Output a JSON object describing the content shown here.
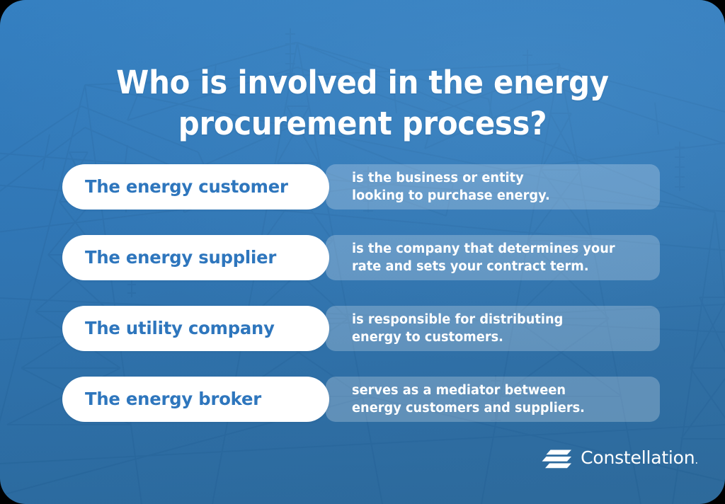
{
  "title": {
    "line1": "Who is involved in the energy",
    "line2": "procurement process?"
  },
  "colors": {
    "background_top": "#2A79BE",
    "background_bottom": "#3070A4",
    "pill_background": "#FFFFFF",
    "pill_text": "#2E76BD",
    "description_text": "#FFFFFF",
    "description_panel": "rgba(255,255,255,0.24)",
    "title_text": "#FFFFFF"
  },
  "rows": [
    {
      "label": "The energy customer",
      "desc_line1": "is the business or entity",
      "desc_line2": "looking to purchase energy."
    },
    {
      "label": "The energy supplier",
      "desc_line1": "is the company that determines your",
      "desc_line2": "rate and sets your contract term."
    },
    {
      "label": "The utility company",
      "desc_line1": "is responsible for distributing",
      "desc_line2": "energy to customers."
    },
    {
      "label": "The energy broker",
      "desc_line1": "serves as a mediator between",
      "desc_line2": "energy customers and suppliers."
    }
  ],
  "logo": {
    "mark_name": "constellation-bars-logo-icon",
    "wordmark": "Constellation",
    "registered_mark": "."
  }
}
